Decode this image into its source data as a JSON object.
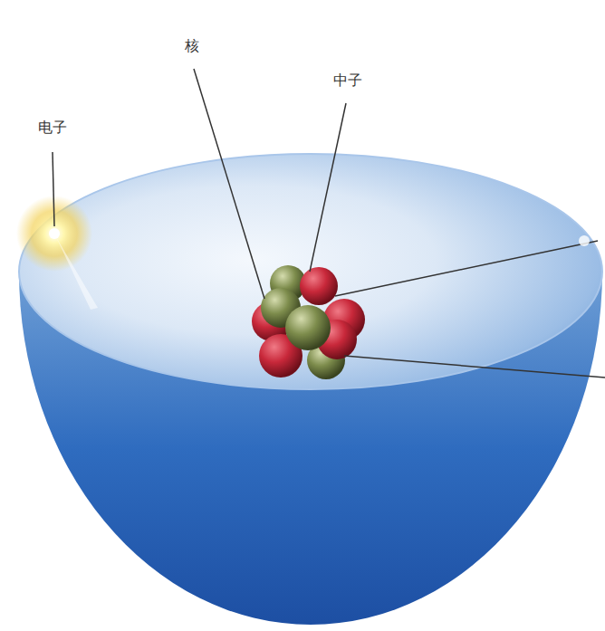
{
  "diagram": {
    "labels": [
      "电子",
      "核",
      "中子"
    ]
  }
}
